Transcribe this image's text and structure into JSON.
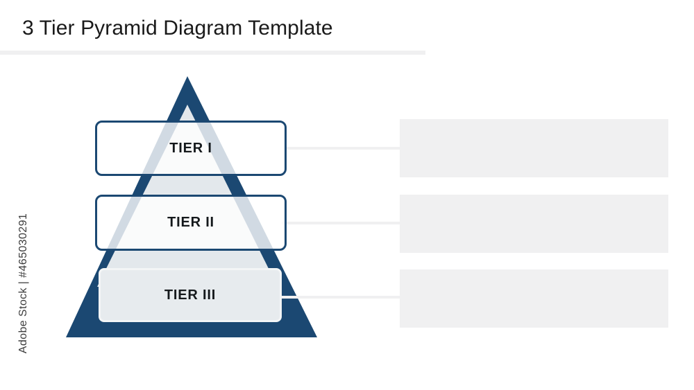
{
  "header": {
    "title": "3 Tier Pyramid Diagram Template",
    "underline_color": "#f0f0f1"
  },
  "watermark": {
    "text": "Adobe Stock | #465030291"
  },
  "theme": {
    "pyramid_fill": "#1b4872",
    "pyramid_inner_fill": "#e3e8ec",
    "box_border": "#1b4872",
    "box_fill_outlined": "#ffffff",
    "box_fill_solid": "#e7ebee",
    "panel_fill": "#f0f0f1",
    "connector": "#f0f0f1",
    "text": "#15191c",
    "background": "#ffffff"
  },
  "diagram": {
    "type": "pyramid",
    "tier_count": 3,
    "tiers": [
      {
        "label": "TIER I",
        "level": 1,
        "style": "outlined",
        "panel_text": ""
      },
      {
        "label": "TIER II",
        "level": 2,
        "style": "outlined",
        "panel_text": ""
      },
      {
        "label": "TIER III",
        "level": 3,
        "style": "filled",
        "panel_text": ""
      }
    ]
  }
}
